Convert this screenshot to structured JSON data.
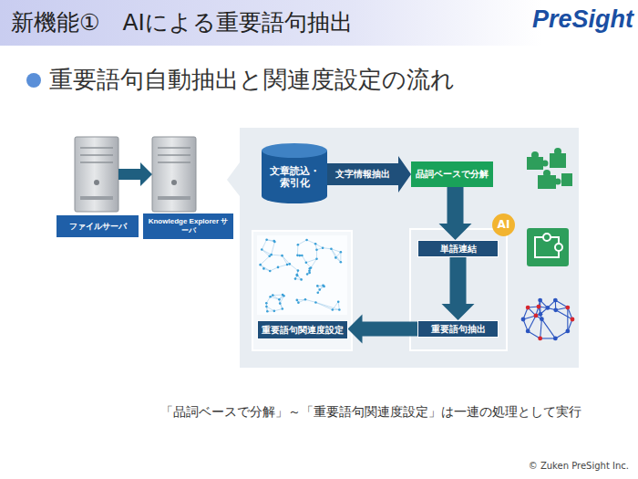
{
  "diagram": {
    "title": "新機能①　AIによる重要語句抽出",
    "caption": "「品詞ベースで分解」～「重要語句関連度設定」は一連の処理として実行",
    "nodes": [
      {
        "text": [
          "ファイルサーバ"
        ]
      },
      {
        "text": [
          "Knowledge Explorer サーバ"
        ]
      },
      {
        "text": [
          "文章読込・索引化"
        ]
      },
      {
        "text": [
          "品詞ベースで分解"
        ]
      },
      {
        "text": [
          "AI"
        ]
      },
      {
        "text": [
          "単語連結"
        ]
      },
      {
        "text": [
          "重要語句抽出"
        ]
      },
      {
        "text": [
          "重要語句関連度設定"
        ]
      }
    ],
    "edges": [
      {
        "from": 0,
        "to": 1,
        "arrow": "to"
      },
      {
        "from": 2,
        "to": 3,
        "label": "文字情報抽出",
        "arrow": "to"
      },
      {
        "from": 3,
        "to": 5,
        "arrow": "to"
      },
      {
        "from": 5,
        "to": 6,
        "arrow": "to"
      },
      {
        "from": 6,
        "to": 7,
        "arrow": "to"
      }
    ],
    "labels": [
      "PreSight",
      "重要語句自動抽出と関連度設定の流れ",
      "© Zuken PreSight Inc."
    ]
  }
}
